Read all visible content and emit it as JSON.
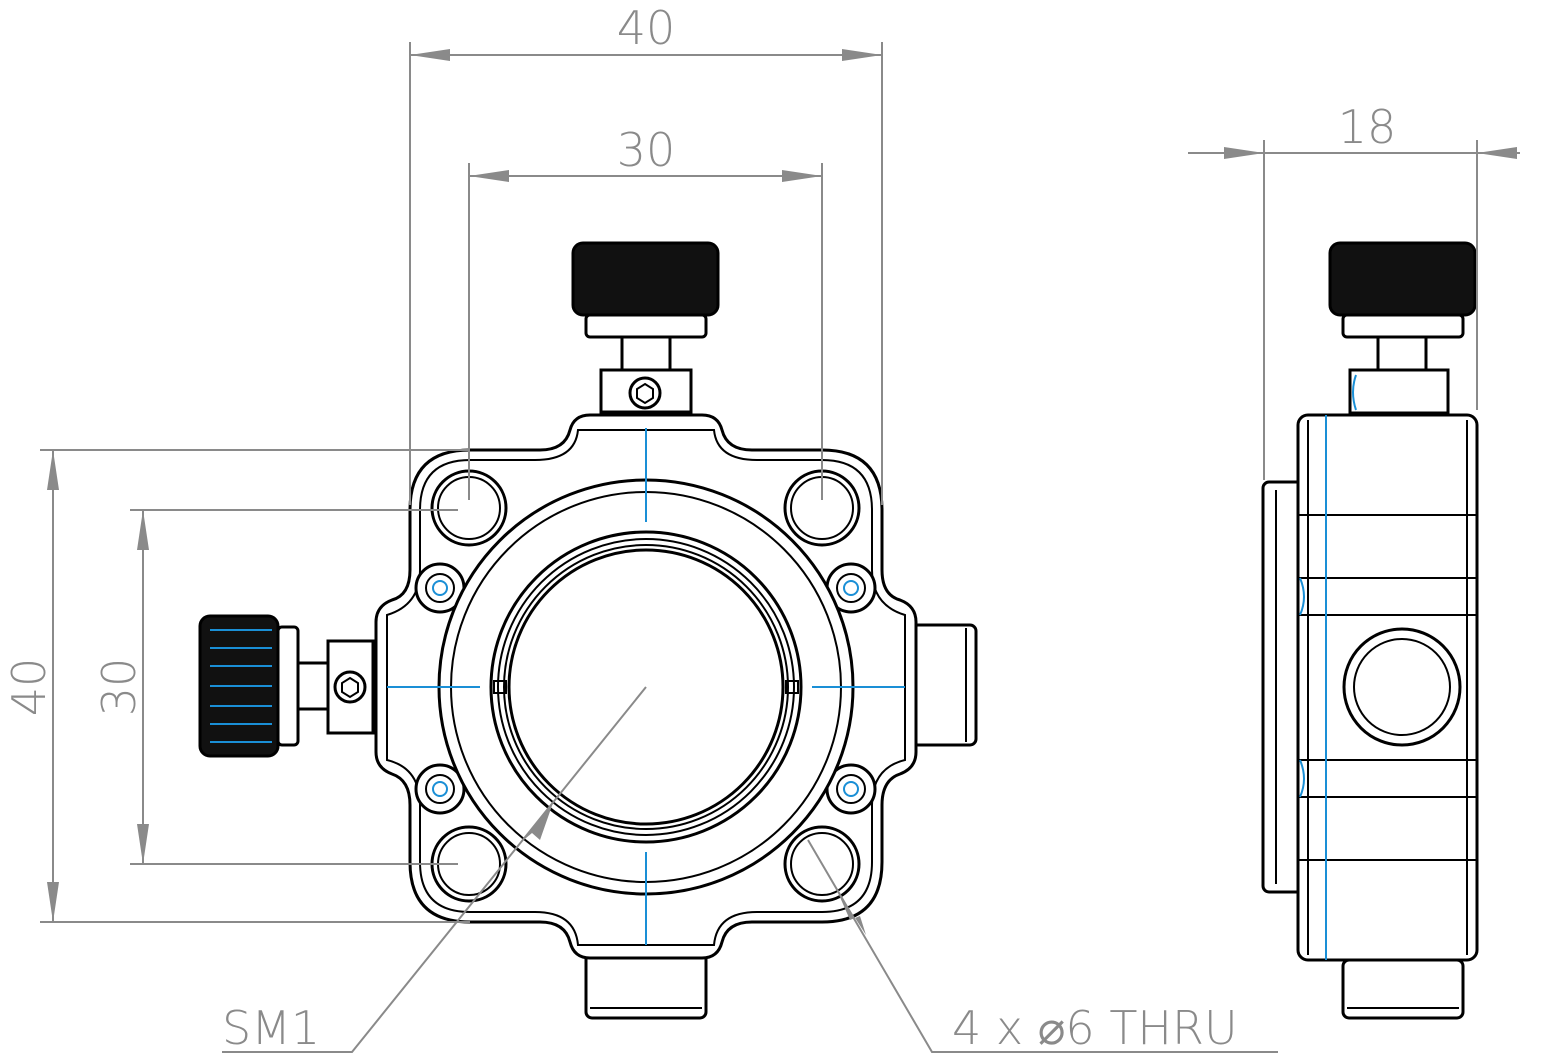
{
  "drawing": {
    "front_view": {
      "dim_width_outer": "40",
      "dim_width_holes": "30",
      "dim_height_outer": "40",
      "dim_height_holes": "30",
      "callout_thread": "SM1",
      "callout_holes": "4 x ⌀6 THRU"
    },
    "side_view": {
      "dim_depth": "18"
    },
    "colors": {
      "dimension": "#8a8a8a",
      "centerline": "#1a8fd6",
      "outline": "#000000"
    }
  }
}
